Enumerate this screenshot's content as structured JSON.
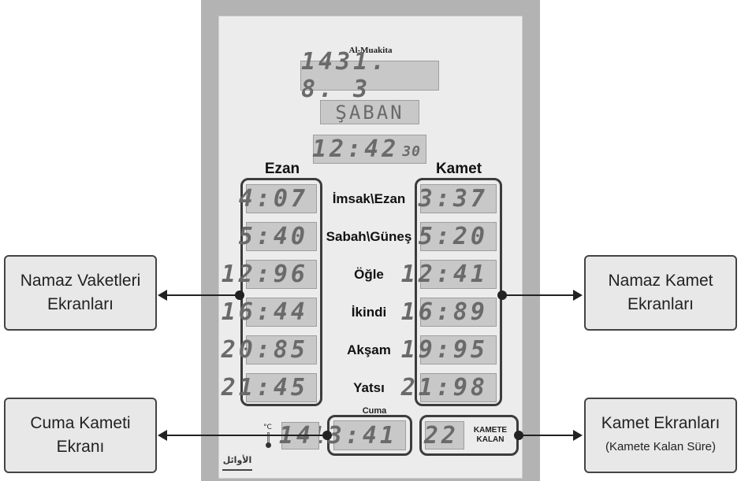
{
  "brand": "Al-Muakita",
  "hijri_date": "1431.  8.  3",
  "month_name": "ŞABAN",
  "clock": {
    "hm": "12:42",
    "sec": "30"
  },
  "headers": {
    "ezan": "Ezan",
    "kamet": "Kamet"
  },
  "prayers": [
    {
      "name": "İmsak\\Ezan",
      "ezan": "4:07",
      "kamet": "3:37"
    },
    {
      "name": "Sabah\\Güneş",
      "ezan": "5:40",
      "kamet": "5:20"
    },
    {
      "name": "Öğle",
      "ezan": "12:96",
      "kamet": "12:41"
    },
    {
      "name": "İkindi",
      "ezan": "16:44",
      "kamet": "16:89"
    },
    {
      "name": "Akşam",
      "ezan": "20:85",
      "kamet": "19:95"
    },
    {
      "name": "Yatsı",
      "ezan": "21:45",
      "kamet": "21:98"
    }
  ],
  "cuma": {
    "label": "Cuma",
    "time": "13:41"
  },
  "temperature": {
    "unit": "°C",
    "value": "14"
  },
  "kamete_kalan": {
    "value": "22",
    "line1": "KAMETE",
    "line2": "KALAN"
  },
  "logo_text": "الأوائل",
  "callouts": {
    "namaz_vakitleri": {
      "line1": "Namaz Vaketleri",
      "line2": "Ekranları"
    },
    "namaz_kamet": {
      "line1": "Namaz Kamet",
      "line2": "Ekranları"
    },
    "cuma_kameti": {
      "line1": "Cuma Kameti",
      "line2": "Ekranı"
    },
    "kamet_ekranlari": {
      "line1": "Kamet Ekranları",
      "line2": "(Kamete Kalan Süre)"
    }
  }
}
